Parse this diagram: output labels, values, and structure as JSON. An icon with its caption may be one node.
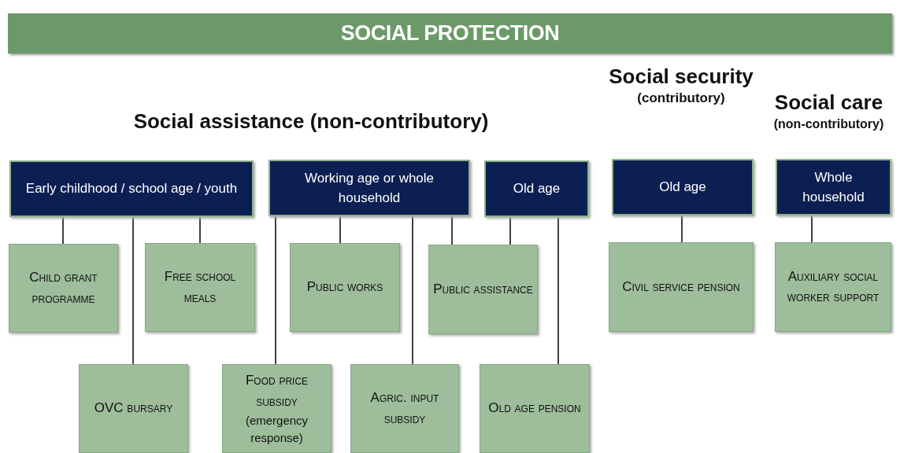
{
  "diagram": {
    "title": "SOCIAL PROTECTION",
    "nodes": [
      {
        "text": [
          "Early childhood / school age / youth"
        ]
      },
      {
        "text": [
          "Working age or whole household"
        ]
      },
      {
        "text": [
          "Old age"
        ]
      },
      {
        "text": [
          "Old age"
        ]
      },
      {
        "text": [
          "Whole household"
        ]
      },
      {
        "text": [
          "Child grant programme"
        ]
      },
      {
        "text": [
          "Free school meals"
        ]
      },
      {
        "text": [
          "Public works"
        ]
      },
      {
        "text": [
          "Public assistance"
        ]
      },
      {
        "text": [
          "Civil service pension"
        ]
      },
      {
        "text": [
          "Auxiliary social worker support"
        ]
      },
      {
        "text": [
          "OVC bursary"
        ]
      },
      {
        "text": [
          "Food price subsidy",
          "(emergency response)"
        ]
      },
      {
        "text": [
          "Agric. input subsidy"
        ]
      },
      {
        "text": [
          "Old age pension"
        ]
      }
    ],
    "edges": [
      {
        "from": 0,
        "to": 5,
        "arrow": "none"
      },
      {
        "from": 0,
        "to": 11,
        "arrow": "none"
      },
      {
        "from": 0,
        "to": 6,
        "arrow": "none"
      },
      {
        "from": 1,
        "to": 12,
        "arrow": "none"
      },
      {
        "from": 1,
        "to": 7,
        "arrow": "none"
      },
      {
        "from": 1,
        "to": 13,
        "arrow": "none"
      },
      {
        "from": 1,
        "to": 8,
        "arrow": "none"
      },
      {
        "from": 2,
        "to": 8,
        "arrow": "none"
      },
      {
        "from": 2,
        "to": 14,
        "arrow": "none"
      },
      {
        "from": 3,
        "to": 9,
        "arrow": "none"
      },
      {
        "from": 4,
        "to": 10,
        "arrow": "none"
      }
    ],
    "labels": [
      "Social assistance (non-contributory)",
      "Social security",
      "(contributory)",
      "Social care",
      "(non-contributory)"
    ]
  }
}
